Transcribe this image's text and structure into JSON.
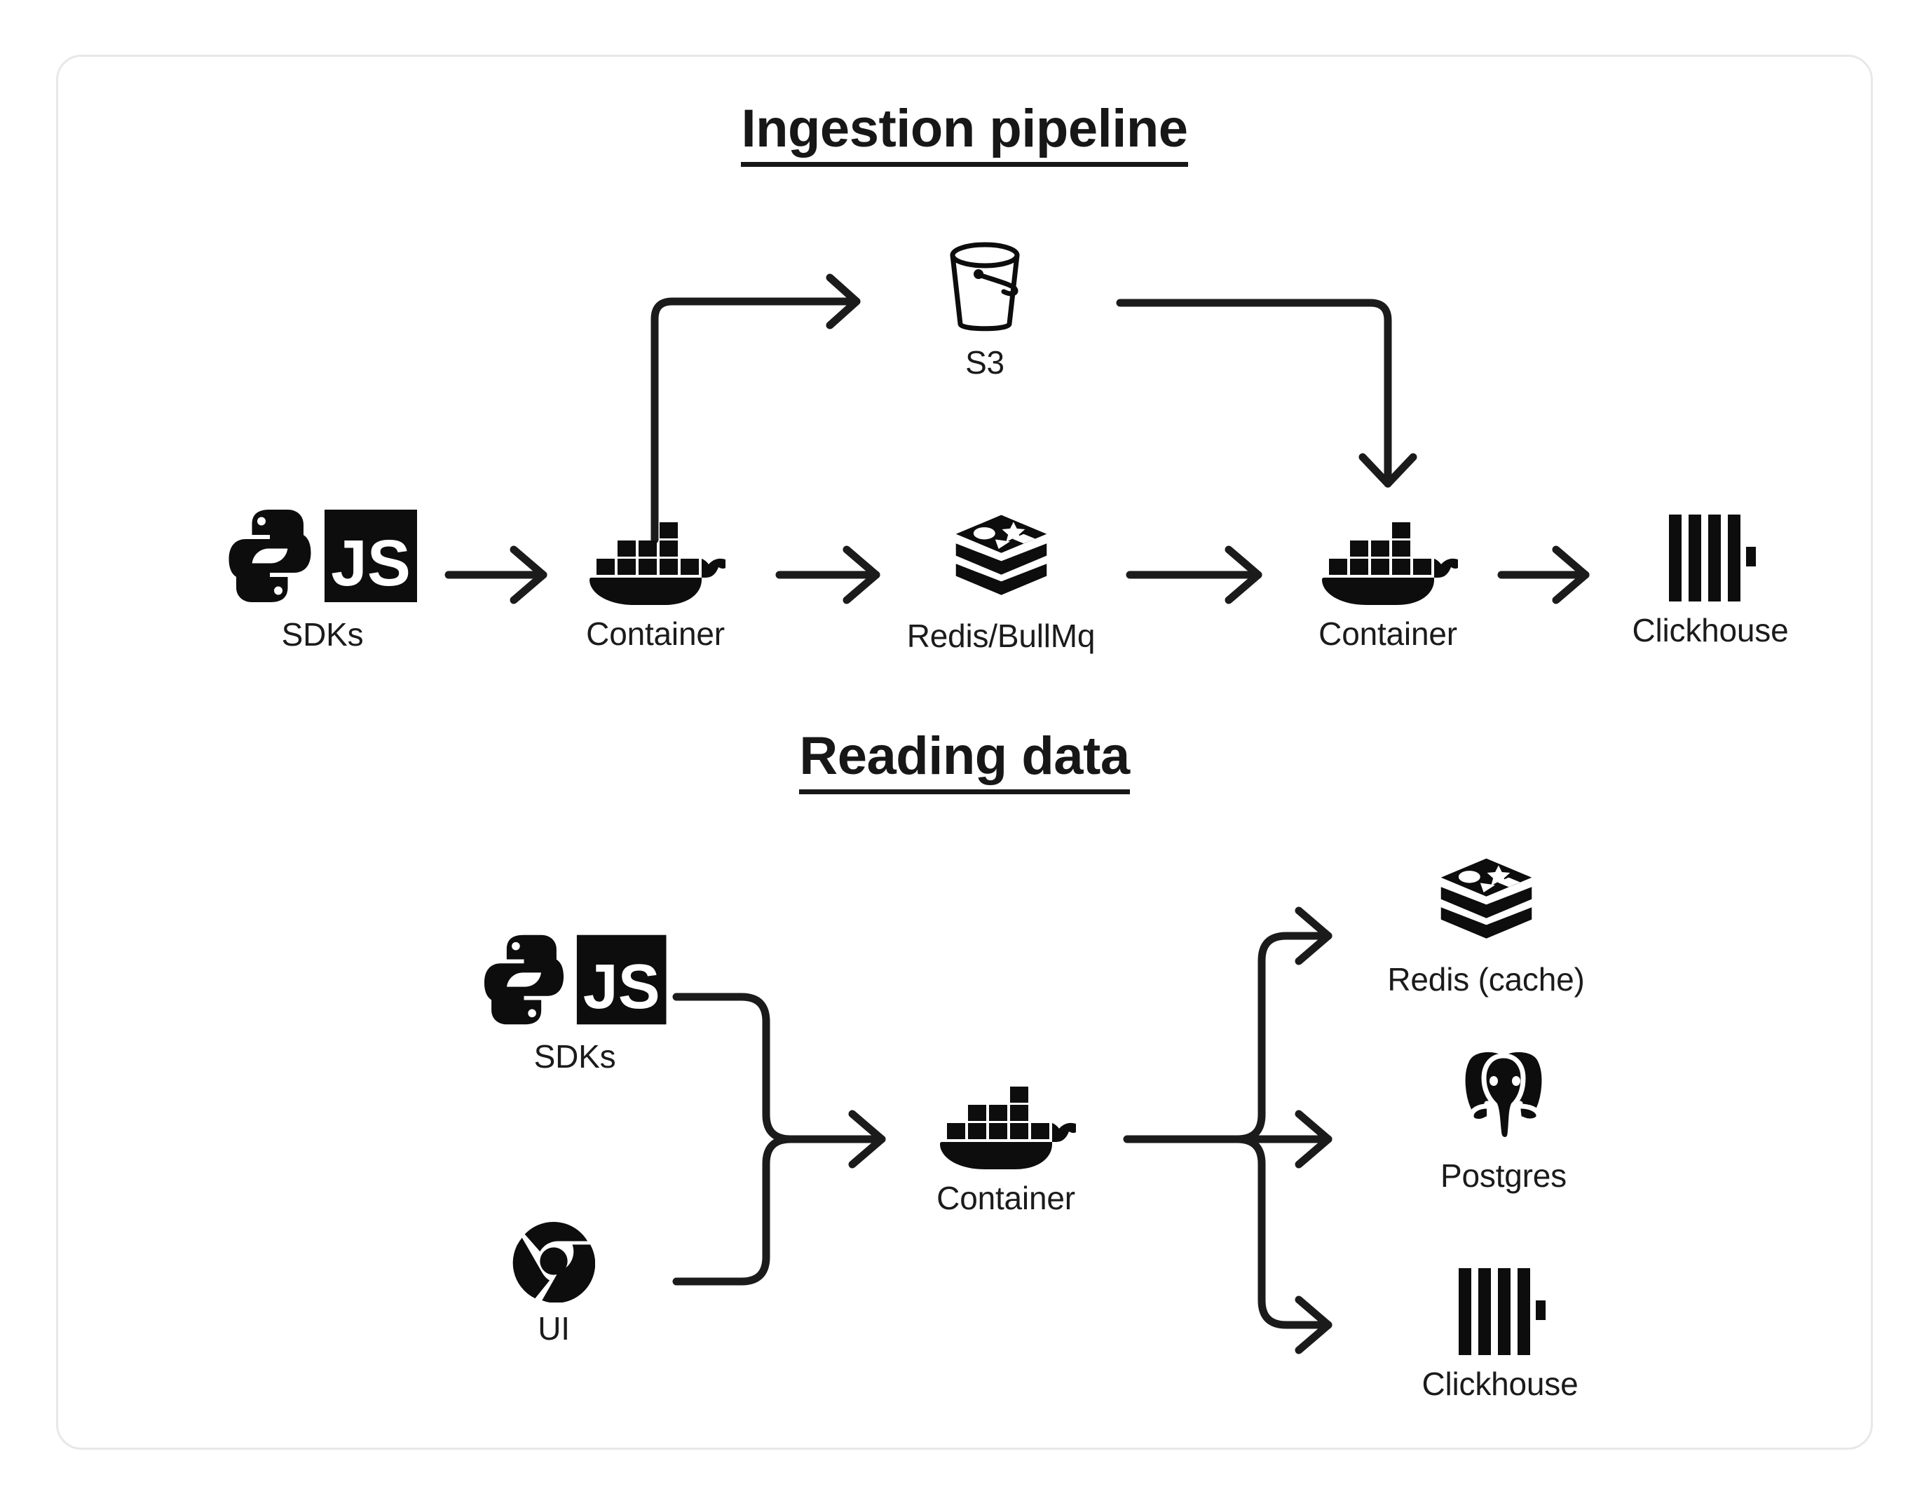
{
  "card": {
    "border_color": "#e8e8e8",
    "background": "#ffffff"
  },
  "theme": {
    "ink": "#1b1b1b",
    "title_color": "#171717",
    "stroke_width": 11
  },
  "sections": [
    {
      "id": "ingestion",
      "title": "Ingestion pipeline",
      "nodes": [
        {
          "id": "sdks-1",
          "label": "SDKs",
          "icon": "python-js-sdks-icon"
        },
        {
          "id": "container-1",
          "label": "Container",
          "icon": "docker-whale-icon"
        },
        {
          "id": "s3",
          "label": "S3",
          "icon": "s3-bucket-icon"
        },
        {
          "id": "redis-bullmq",
          "label": "Redis/BullMq",
          "icon": "redis-stack-icon"
        },
        {
          "id": "container-2",
          "label": "Container",
          "icon": "docker-whale-icon"
        },
        {
          "id": "clickhouse-1",
          "label": "Clickhouse",
          "icon": "clickhouse-bars-icon"
        }
      ],
      "edges": [
        {
          "from": "sdks-1",
          "to": "container-1",
          "style": "straight-arrow"
        },
        {
          "from": "container-1",
          "to": "s3",
          "style": "elbow-up-right-arrow"
        },
        {
          "from": "container-1",
          "to": "redis-bullmq",
          "style": "straight-arrow"
        },
        {
          "from": "redis-bullmq",
          "to": "container-2",
          "style": "straight-arrow"
        },
        {
          "from": "s3",
          "to": "container-2",
          "style": "elbow-right-down-arrow"
        },
        {
          "from": "container-2",
          "to": "clickhouse-1",
          "style": "straight-arrow"
        }
      ]
    },
    {
      "id": "reading",
      "title": "Reading data",
      "nodes": [
        {
          "id": "sdks-2",
          "label": "SDKs",
          "icon": "python-js-sdks-icon"
        },
        {
          "id": "ui",
          "label": "UI",
          "icon": "chrome-browser-icon"
        },
        {
          "id": "container-3",
          "label": "Container",
          "icon": "docker-whale-icon"
        },
        {
          "id": "redis-cache",
          "label": "Redis (cache)",
          "icon": "redis-stack-icon"
        },
        {
          "id": "postgres",
          "label": "Postgres",
          "icon": "postgres-elephant-icon"
        },
        {
          "id": "clickhouse-2",
          "label": "Clickhouse",
          "icon": "clickhouse-bars-icon"
        }
      ],
      "edges": [
        {
          "from": "sdks-2",
          "to": "container-3",
          "style": "merge-arrow"
        },
        {
          "from": "ui",
          "to": "container-3",
          "style": "merge-arrow"
        },
        {
          "from": "container-3",
          "to": "redis-cache",
          "style": "fanout-up-arrow"
        },
        {
          "from": "container-3",
          "to": "postgres",
          "style": "fanout-straight-arrow"
        },
        {
          "from": "container-3",
          "to": "clickhouse-2",
          "style": "fanout-down-arrow"
        }
      ]
    }
  ],
  "icon_labels": {
    "js_badge_text": "JS"
  }
}
